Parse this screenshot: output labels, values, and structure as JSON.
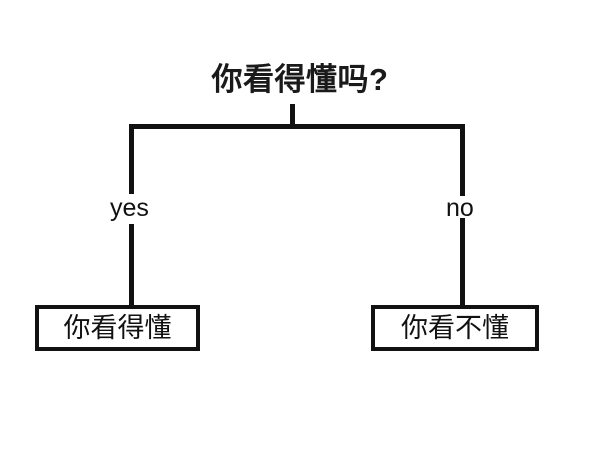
{
  "diagram": {
    "type": "flowchart",
    "background_color": "#ffffff",
    "line_color": "#111111",
    "text_color": "#111111",
    "root": {
      "label": "你看得懂吗?"
    },
    "branches": [
      {
        "edge_label": "yes",
        "leaf_label": "你看得懂"
      },
      {
        "edge_label": "no",
        "leaf_label": "你看不懂"
      }
    ]
  }
}
